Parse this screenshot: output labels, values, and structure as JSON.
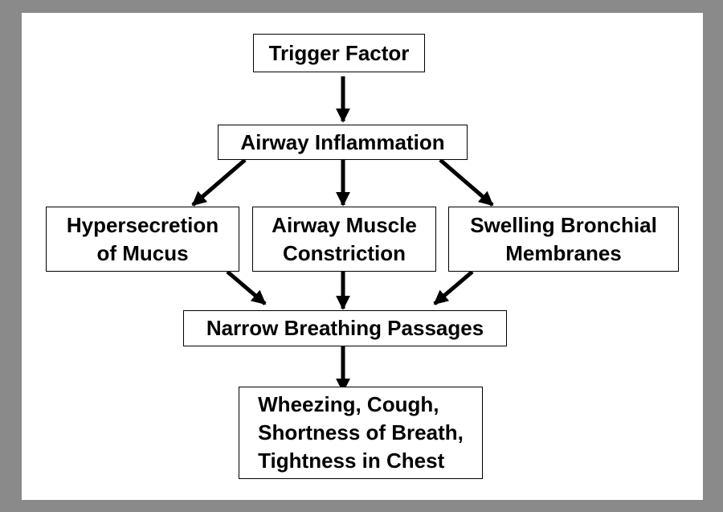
{
  "nodes": {
    "trigger": {
      "label": "Trigger Factor"
    },
    "inflammation": {
      "label": "Airway Inflammation"
    },
    "mucus": {
      "line1": "Hypersecretion",
      "line2": "of Mucus"
    },
    "muscle": {
      "line1": "Airway Muscle",
      "line2": "Constriction"
    },
    "swelling": {
      "line1": "Swelling Bronchial",
      "line2": "Membranes"
    },
    "narrow": {
      "label": "Narrow Breathing Passages"
    },
    "symptoms": {
      "line1": "Wheezing, Cough,",
      "line2": "Shortness of Breath,",
      "line3": "Tightness in Chest"
    }
  },
  "edges": [
    {
      "from": "trigger",
      "to": "inflammation"
    },
    {
      "from": "inflammation",
      "to": "mucus"
    },
    {
      "from": "inflammation",
      "to": "muscle"
    },
    {
      "from": "inflammation",
      "to": "swelling"
    },
    {
      "from": "mucus",
      "to": "narrow"
    },
    {
      "from": "muscle",
      "to": "narrow"
    },
    {
      "from": "swelling",
      "to": "narrow"
    },
    {
      "from": "narrow",
      "to": "symptoms"
    }
  ]
}
